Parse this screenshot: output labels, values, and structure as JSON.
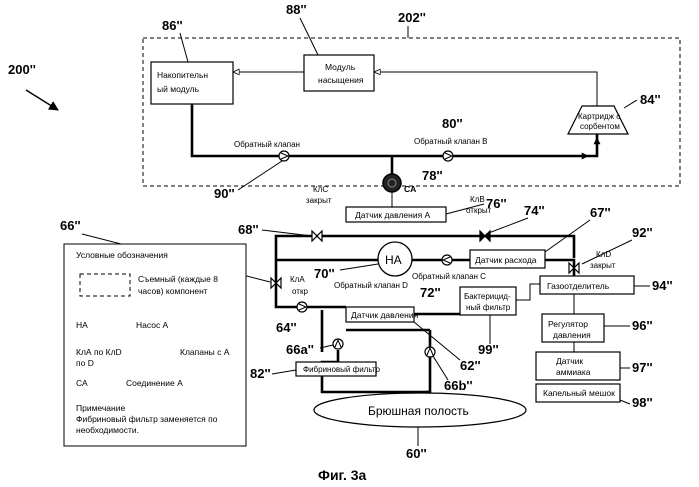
{
  "figure": {
    "caption": "Фиг. 3a",
    "system_ref": "200''",
    "cartridge_module_ref": "202''"
  },
  "components": {
    "storage_module": {
      "ref": "86''",
      "line1": "Накопительн",
      "line2": "ый модуль"
    },
    "saturation_module": {
      "ref": "88''",
      "line1": "Модуль",
      "line2": "насыщения"
    },
    "sorbent_cartridge": {
      "ref": "84''",
      "line1": "Картридж с",
      "line2": "сорбентом"
    },
    "check_valve_b": {
      "ref": "80''",
      "label": "Обратный клапан B"
    },
    "check_valve_top": {
      "ref": "90''",
      "label": "Обратный клапан"
    },
    "connection_a": {
      "ref": "78''",
      "label": "CA"
    },
    "pressure_sensor_a": {
      "ref": "76''",
      "label": "Датчик давления  A"
    },
    "valve_c": {
      "ref": "68''",
      "line1": "КлС",
      "line2": "закрыт"
    },
    "valve_b": {
      "ref": "74''",
      "line1": "КлВ",
      "line2": "открыт"
    },
    "flow_sensor": {
      "ref": "67''",
      "label": "Датчик расхода"
    },
    "valve_d": {
      "ref": "92''",
      "line1": "КлD",
      "line2": "закрыт"
    },
    "pump": {
      "ref": "70''",
      "label": "НА"
    },
    "check_valve_d": {
      "label": "Обратный клапан D"
    },
    "check_valve_c": {
      "ref": "72''",
      "label": "Обратный клапан C"
    },
    "valve_a": {
      "ref": "66''",
      "line1": "КлА",
      "line2": "откр"
    },
    "degasser": {
      "ref": "94''",
      "label": "Газоотделитель"
    },
    "bacterial_filter": {
      "ref": "99''",
      "line1": "Бактерицид-",
      "line2": "ный фильтр"
    },
    "pressure_sensor": {
      "ref": "62''",
      "label": "Датчик давления"
    },
    "junction_64": {
      "ref": "64''"
    },
    "pressure_regulator": {
      "ref": "96''",
      "line1": "Регулятор",
      "line2": "давления"
    },
    "ammonia_sensor": {
      "ref": "97''",
      "line1": "Датчик",
      "line2": "аммиака"
    },
    "drip_bag": {
      "ref": "98''",
      "label": "Капельный мешок"
    },
    "valve_66a": {
      "ref": "66a''"
    },
    "valve_66b": {
      "ref": "66b''"
    },
    "fibrin_filter": {
      "ref": "82''",
      "label": "Фибриновый фильтр"
    },
    "abdominal_cavity": {
      "ref": "60''",
      "label": "Брюшная полость"
    }
  },
  "legend": {
    "title": "Условные обозначения",
    "removable_line1": "Съемный (каждые 8",
    "removable_line2": "часов) компонент",
    "ha_key": "НА",
    "ha_val": "Насос А",
    "kla_key1": "КлА по КлD",
    "kla_key2": "по D",
    "kla_val": "Клапаны с А",
    "ca_key": "СА",
    "ca_val": "Соединение  А",
    "note_title": "Примечание",
    "note_line1": "Фибриновый фильтр заменяется по",
    "note_line2": "необходимости."
  }
}
